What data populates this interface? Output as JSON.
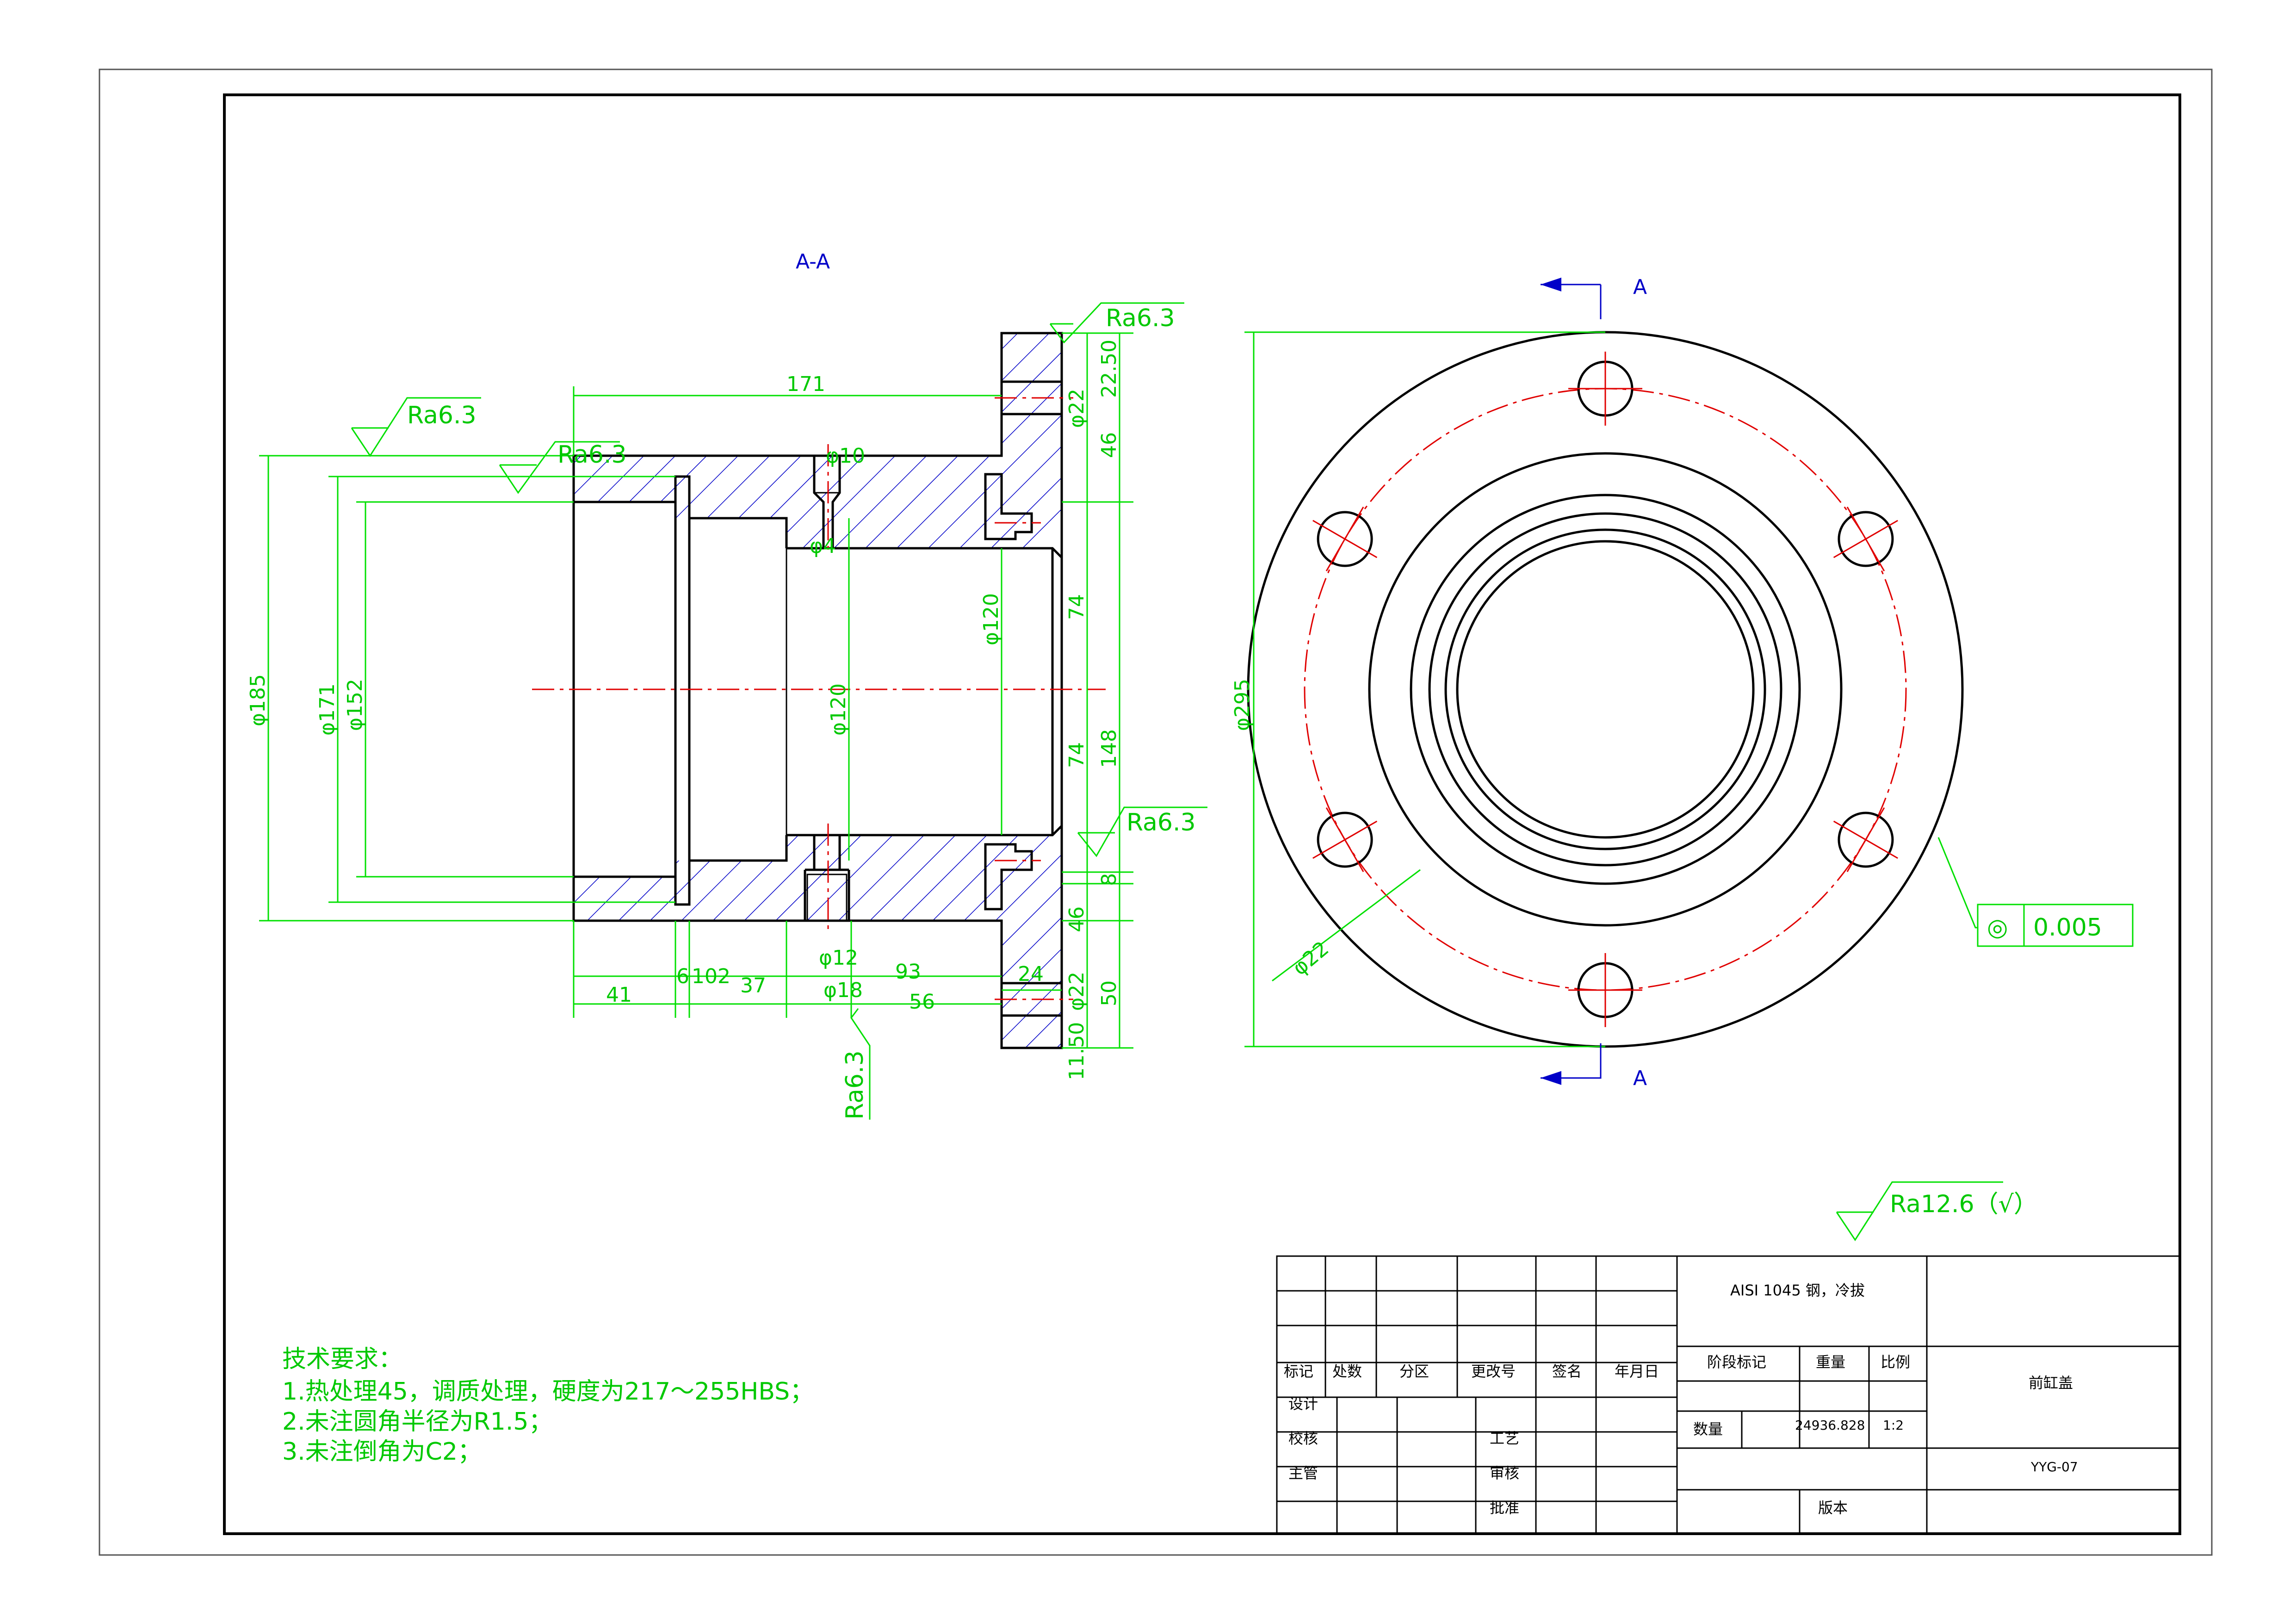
{
  "view": {
    "section_label": "A-A",
    "cut_mark_top": "A",
    "cut_mark_bottom": "A"
  },
  "dimensions": {
    "d171_len": "171",
    "d185": "φ185",
    "d171": "φ171",
    "d152": "φ152",
    "d120_bore": "φ120",
    "d120_mid": "φ120",
    "d10": "φ10",
    "d4": "φ4",
    "d12": "φ12",
    "d18": "φ18",
    "d22_top": "φ22",
    "d22_bot": "φ22",
    "d22_hole": "φ22",
    "d295": "φ295",
    "v22_5": "22.50",
    "v46_top": "46",
    "v74_top": "74",
    "v74_bot": "74",
    "v148": "148",
    "v8": "8",
    "v46_bot": "46",
    "v50_bot": "50",
    "v11_50": "11.50",
    "h41": "41",
    "h6": "6",
    "h102": "102",
    "h37": "37",
    "h93": "93",
    "h56": "56",
    "h24": "24"
  },
  "roughness": {
    "ra_left1": "Ra6.3",
    "ra_left2": "Ra6.3",
    "ra_flange_top": "Ra6.3",
    "ra_flange_bot": "Ra6.3",
    "ra_bottom": "Ra6.3",
    "ra_general": "Ra12.6（√）"
  },
  "tolerance": {
    "symbol": "◎",
    "value": "0.005"
  },
  "notes": {
    "title": "技术要求：",
    "line1": "1.热处理45，调质处理，硬度为217～255HBS；",
    "line2": "2.未注圆角半径为R1.5；",
    "line3": "3.未注倒角为C2；"
  },
  "title_block": {
    "material": "AISI 1045 钢，冷拔",
    "h_mark": "标记",
    "h_count": "处数",
    "h_zone": "分区",
    "h_change": "更改号",
    "h_sign": "签名",
    "h_date": "年月日",
    "design": "设计",
    "check": "校核",
    "supervisor": "主管",
    "process": "工艺",
    "review": "审核",
    "approve": "批准",
    "stage": "阶段标记",
    "weight": "重量",
    "scale": "比例",
    "qty": "数量",
    "weight_value": "24936.828",
    "scale_value": "1:2",
    "version": "版本",
    "part_name": "前缸盖",
    "drawing_no": "YYG-07"
  },
  "colors": {
    "outline": "#000000",
    "dimension": "#00c800",
    "centerline": "#e00000",
    "hatch": "#0000c8"
  }
}
